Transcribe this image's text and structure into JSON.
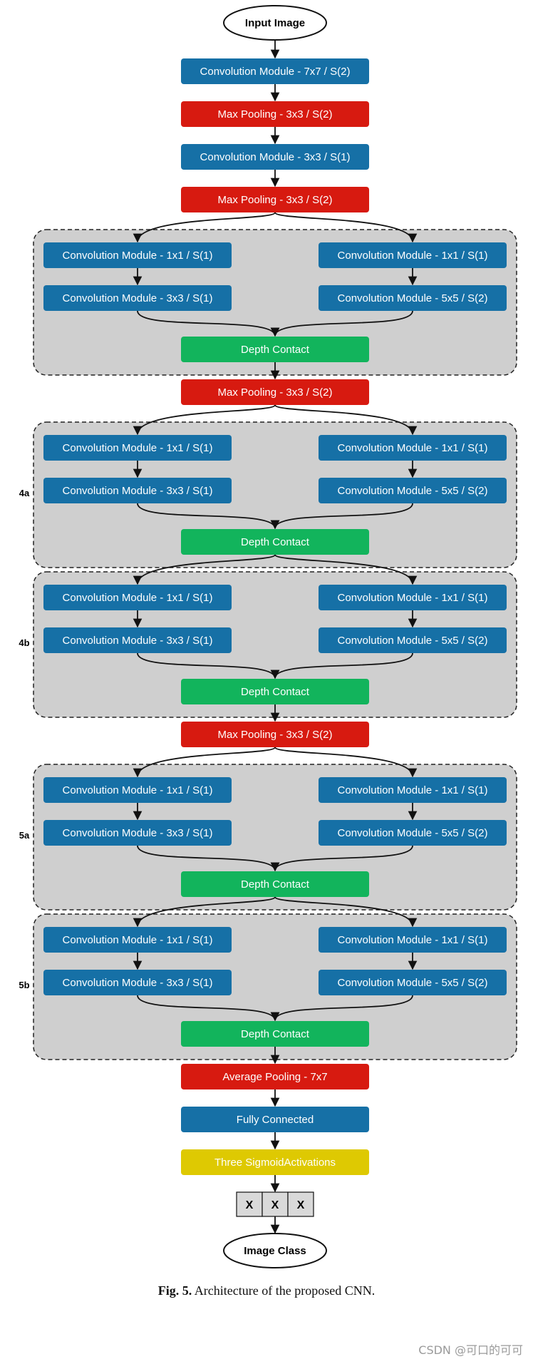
{
  "colors": {
    "conv": "#1670a6",
    "pool": "#d71a10",
    "concat": "#12b45c",
    "sigmoid": "#dec902",
    "block_bg": "#cfcfcf",
    "arrow": "#111111"
  },
  "input_label": "Input Image",
  "output_label": "Image Class",
  "stem": [
    {
      "label": "Convolution Module - 7x7 / S(2)",
      "kind": "conv"
    },
    {
      "label": "Max Pooling - 3x3 / S(2)",
      "kind": "pool"
    },
    {
      "label": "Convolution Module - 3x3 / S(1)",
      "kind": "conv"
    },
    {
      "label": "Max Pooling - 3x3 / S(2)",
      "kind": "pool"
    }
  ],
  "inception_template": {
    "left_top": "Convolution Module - 1x1 / S(1)",
    "left_bottom": "Convolution Module - 3x3 / S(1)",
    "right_top": "Convolution Module - 1x1 / S(1)",
    "right_bottom": "Convolution Module - 5x5 / S(2)",
    "concat": "Depth Contact"
  },
  "stages": [
    {
      "pre_pool": null,
      "blocks": [
        {
          "tag": ""
        }
      ]
    },
    {
      "pre_pool": "Max Pooling - 3x3 / S(2)",
      "blocks": [
        {
          "tag": "4a"
        },
        {
          "tag": "4b"
        }
      ]
    },
    {
      "pre_pool": "Max Pooling - 3x3 / S(2)",
      "blocks": [
        {
          "tag": "5a"
        },
        {
          "tag": "5b"
        }
      ]
    }
  ],
  "head": [
    {
      "label": "Average Pooling - 7x7",
      "kind": "pool"
    },
    {
      "label": "Fully Connected",
      "kind": "conv"
    },
    {
      "label": "Three SigmoidActivations",
      "kind": "sigmoid"
    }
  ],
  "output_cells": [
    "X",
    "X",
    "X"
  ],
  "caption": {
    "fig": "Fig. 5.",
    "text": "Architecture of the proposed CNN."
  },
  "watermark": "CSDN @可口的可可"
}
